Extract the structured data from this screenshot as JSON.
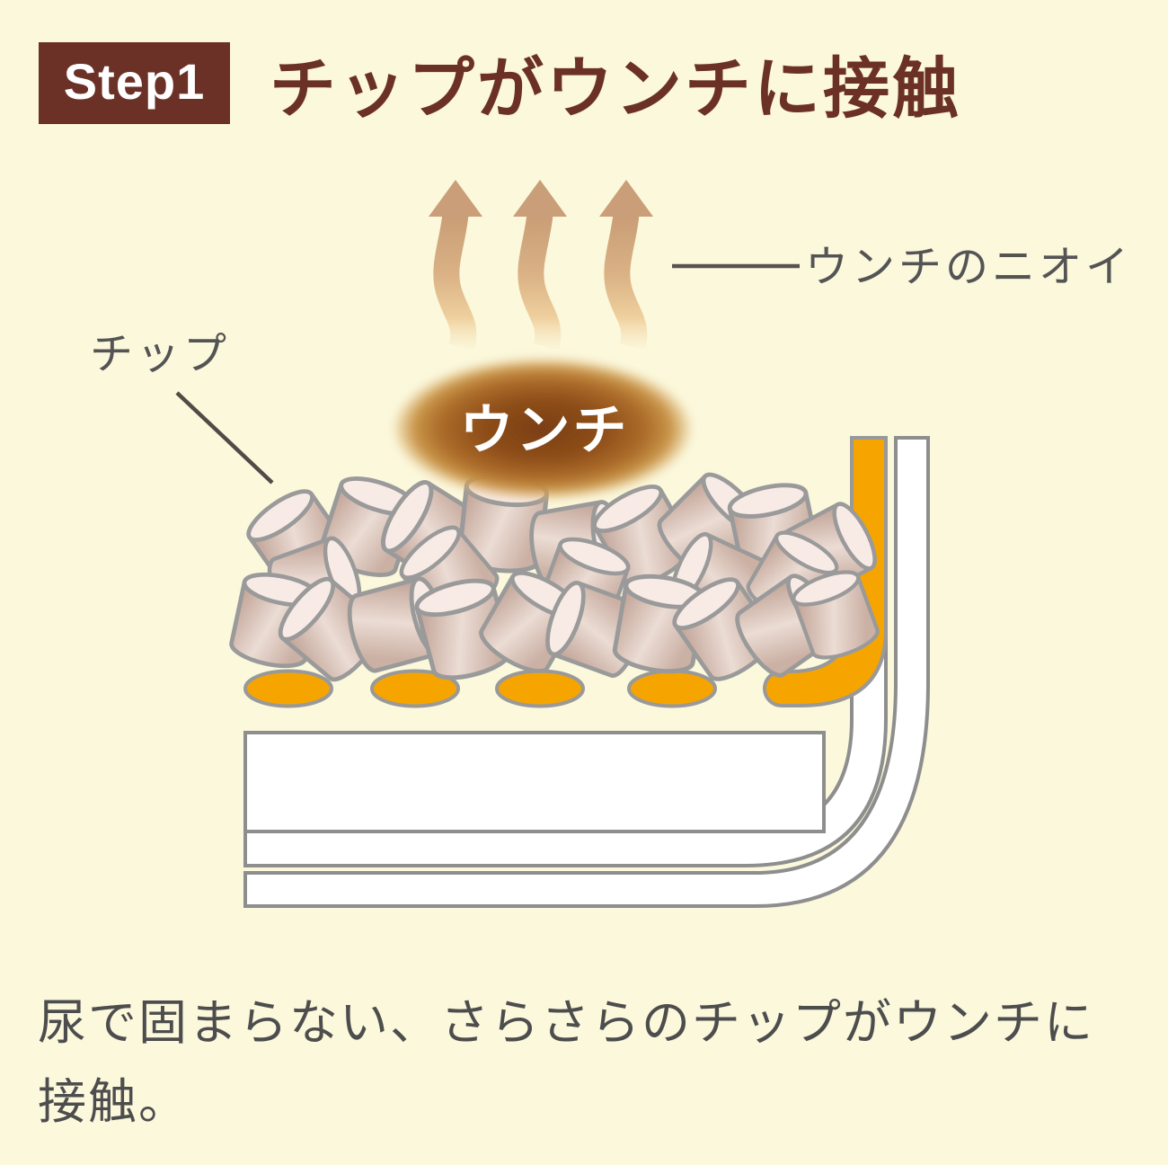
{
  "header": {
    "step_badge": "Step1",
    "title": "チップがウンチに接触"
  },
  "diagram": {
    "labels": {
      "smell": "ウンチのニオイ",
      "chip": "チップ",
      "poop": "ウンチ"
    }
  },
  "caption": {
    "text": "尿で固まらない、さらさらのチップがウンチに接触。"
  },
  "theme": {
    "bg": "#FBF8DC",
    "maroon": "#6B3126",
    "orange": "#F6A500",
    "outline-gray": "#8E8E8E",
    "pellet-outline": "#9A9A9A",
    "label-gray": "#545454",
    "caption-gray": "#4D4D4D",
    "steam-brown": "#C89C76",
    "poop-dark": "#7A3D14"
  }
}
